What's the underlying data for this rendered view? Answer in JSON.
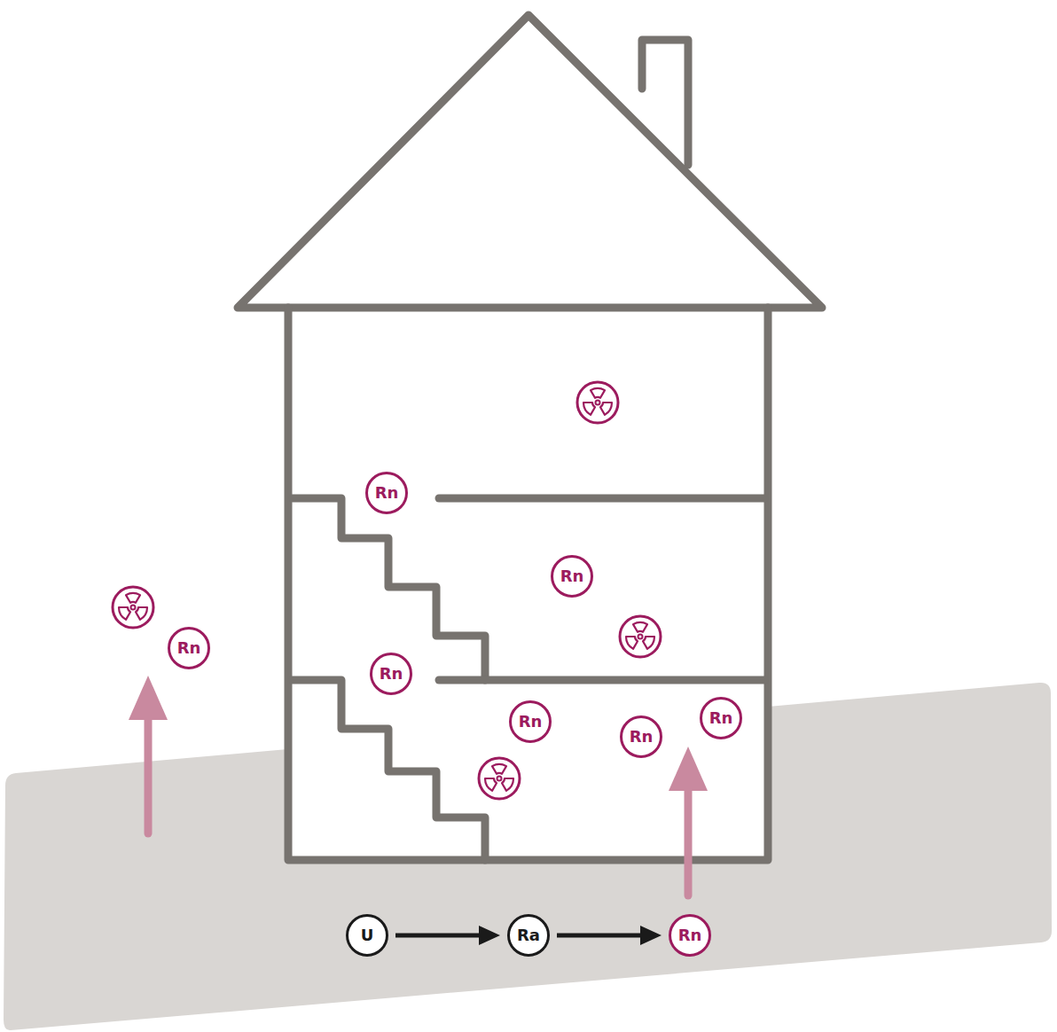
{
  "diagram": {
    "nodes": [
      {
        "text": [
          "Rn"
        ]
      },
      {
        "text": [
          "Rn"
        ]
      },
      {
        "text": [
          "Rn"
        ]
      },
      {
        "text": [
          "Rn"
        ]
      },
      {
        "text": [
          "Rn"
        ]
      },
      {
        "text": [
          "Rn"
        ]
      },
      {
        "text": [
          "Rn"
        ]
      },
      {
        "text": [
          "U"
        ]
      },
      {
        "text": [
          "Ra"
        ]
      },
      {
        "text": [
          "Rn"
        ]
      }
    ],
    "edges": [
      {
        "from": 7,
        "to": 8,
        "arrow": "to"
      },
      {
        "from": 8,
        "to": 9,
        "arrow": "to"
      }
    ]
  }
}
